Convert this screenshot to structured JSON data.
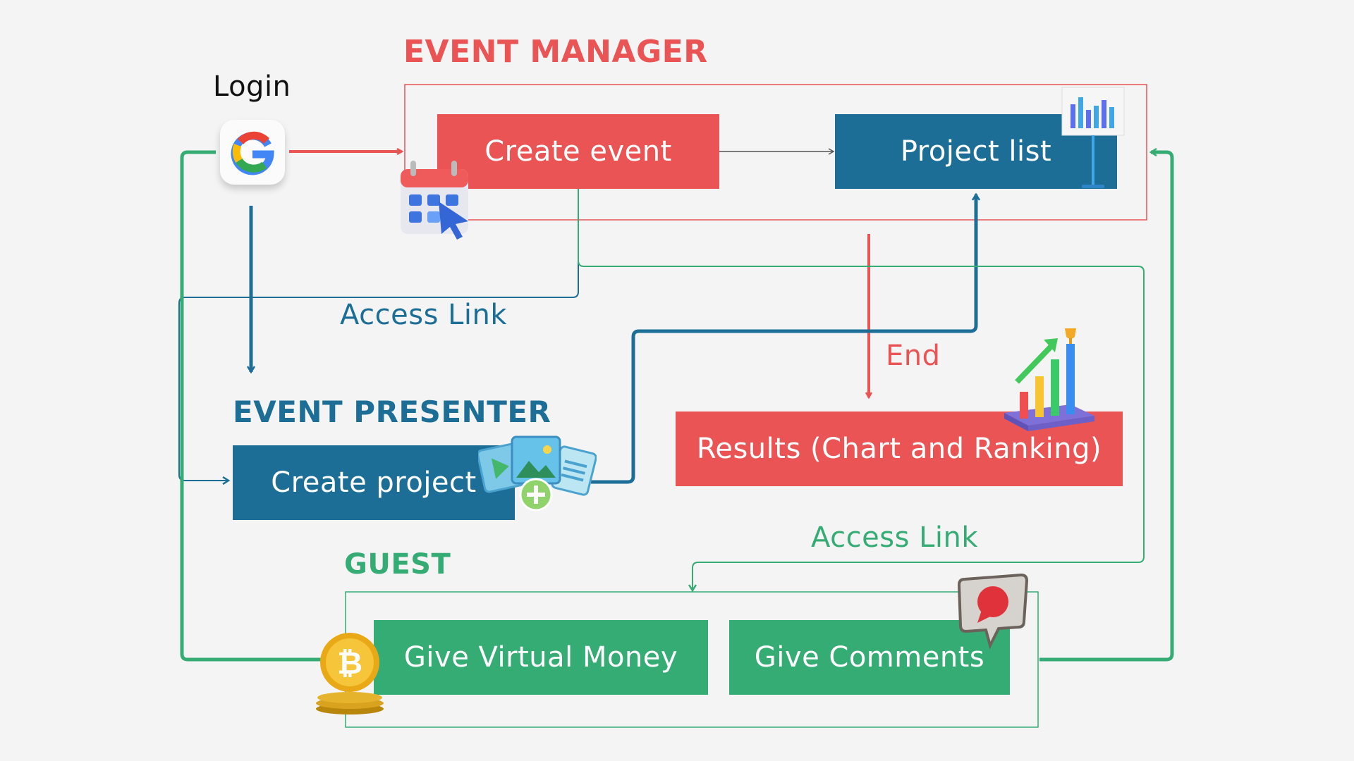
{
  "colors": {
    "manager": "#ea5454",
    "presenter": "#1c6e96",
    "guest": "#35ac74",
    "background": "#f4f4f4",
    "gray_arrow": "#555555"
  },
  "login": {
    "label": "Login",
    "icon": "google-icon"
  },
  "manager": {
    "heading": "EVENT MANAGER",
    "create_event": "Create event",
    "project_list": "Project list",
    "results": "Results (Chart and Ranking)",
    "end_label": "End",
    "icons": [
      "calendar-click-icon",
      "bar-chart-board-icon",
      "growth-chart-trophy-icon"
    ]
  },
  "presenter": {
    "heading": "EVENT PRESENTER",
    "create_project": "Create project",
    "access_link": "Access Link",
    "icons": [
      "media-add-icon"
    ]
  },
  "guest": {
    "heading": "GUEST",
    "give_money": "Give Virtual Money",
    "give_comments": "Give Comments",
    "access_link": "Access Link",
    "icons": [
      "bitcoin-coins-icon",
      "comment-bubble-icon"
    ]
  }
}
